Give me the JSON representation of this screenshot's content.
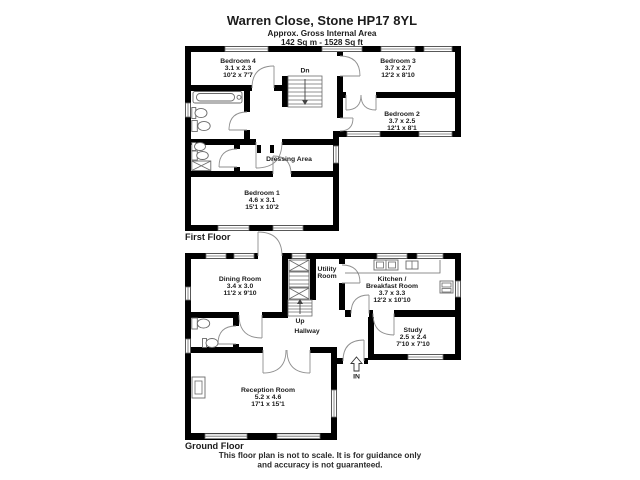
{
  "header": {
    "title": "Warren Close, Stone HP17 8YL",
    "subtitle1": "Approx. Gross Internal Area",
    "subtitle2": "142 Sq m - 1528 Sq ft"
  },
  "colors": {
    "walls": "#000000",
    "text": "#1c1c1c",
    "fixtures": "#6b6b6b",
    "background": "#ffffff"
  },
  "floors": {
    "first": {
      "caption": "First Floor",
      "stairs_label": "Dn",
      "rooms": {
        "bedroom4": {
          "name": "Bedroom 4",
          "metric": "3.1 x 2.3",
          "imperial": "10'2 x 7'7"
        },
        "bedroom3": {
          "name": "Bedroom 3",
          "metric": "3.7 x 2.7",
          "imperial": "12'2 x 8'10"
        },
        "bedroom2": {
          "name": "Bedroom 2",
          "metric": "3.7 x 2.5",
          "imperial": "12'1 x 8'1"
        },
        "dressing": {
          "name": "Dressing Area"
        },
        "bedroom1": {
          "name": "Bedroom 1",
          "metric": "4.6 x 3.1",
          "imperial": "15'1 x 10'2"
        }
      }
    },
    "ground": {
      "caption": "Ground Floor",
      "stairs_label": "Up",
      "entrance_label": "IN",
      "rooms": {
        "dining": {
          "name": "Dining Room",
          "metric": "3.4 x 3.0",
          "imperial": "11'2 x 9'10"
        },
        "utility": {
          "name1": "Utility",
          "name2": "Room"
        },
        "kitchen": {
          "name1": "Kitchen /",
          "name2": "Breakfast Room",
          "metric": "3.7 x 3.3",
          "imperial": "12'2 x 10'10"
        },
        "study": {
          "name": "Study",
          "metric": "2.5 x 2.4",
          "imperial": "7'10 x 7'10"
        },
        "hallway": {
          "name": "Hallway"
        },
        "reception": {
          "name": "Reception Room",
          "metric": "5.2 x 4.6",
          "imperial": "17'1 x 15'1"
        }
      }
    }
  },
  "footer": {
    "disclaimer1": "This floor plan is not to scale. It is for guidance only",
    "disclaimer2": "and accuracy is not guaranteed."
  }
}
